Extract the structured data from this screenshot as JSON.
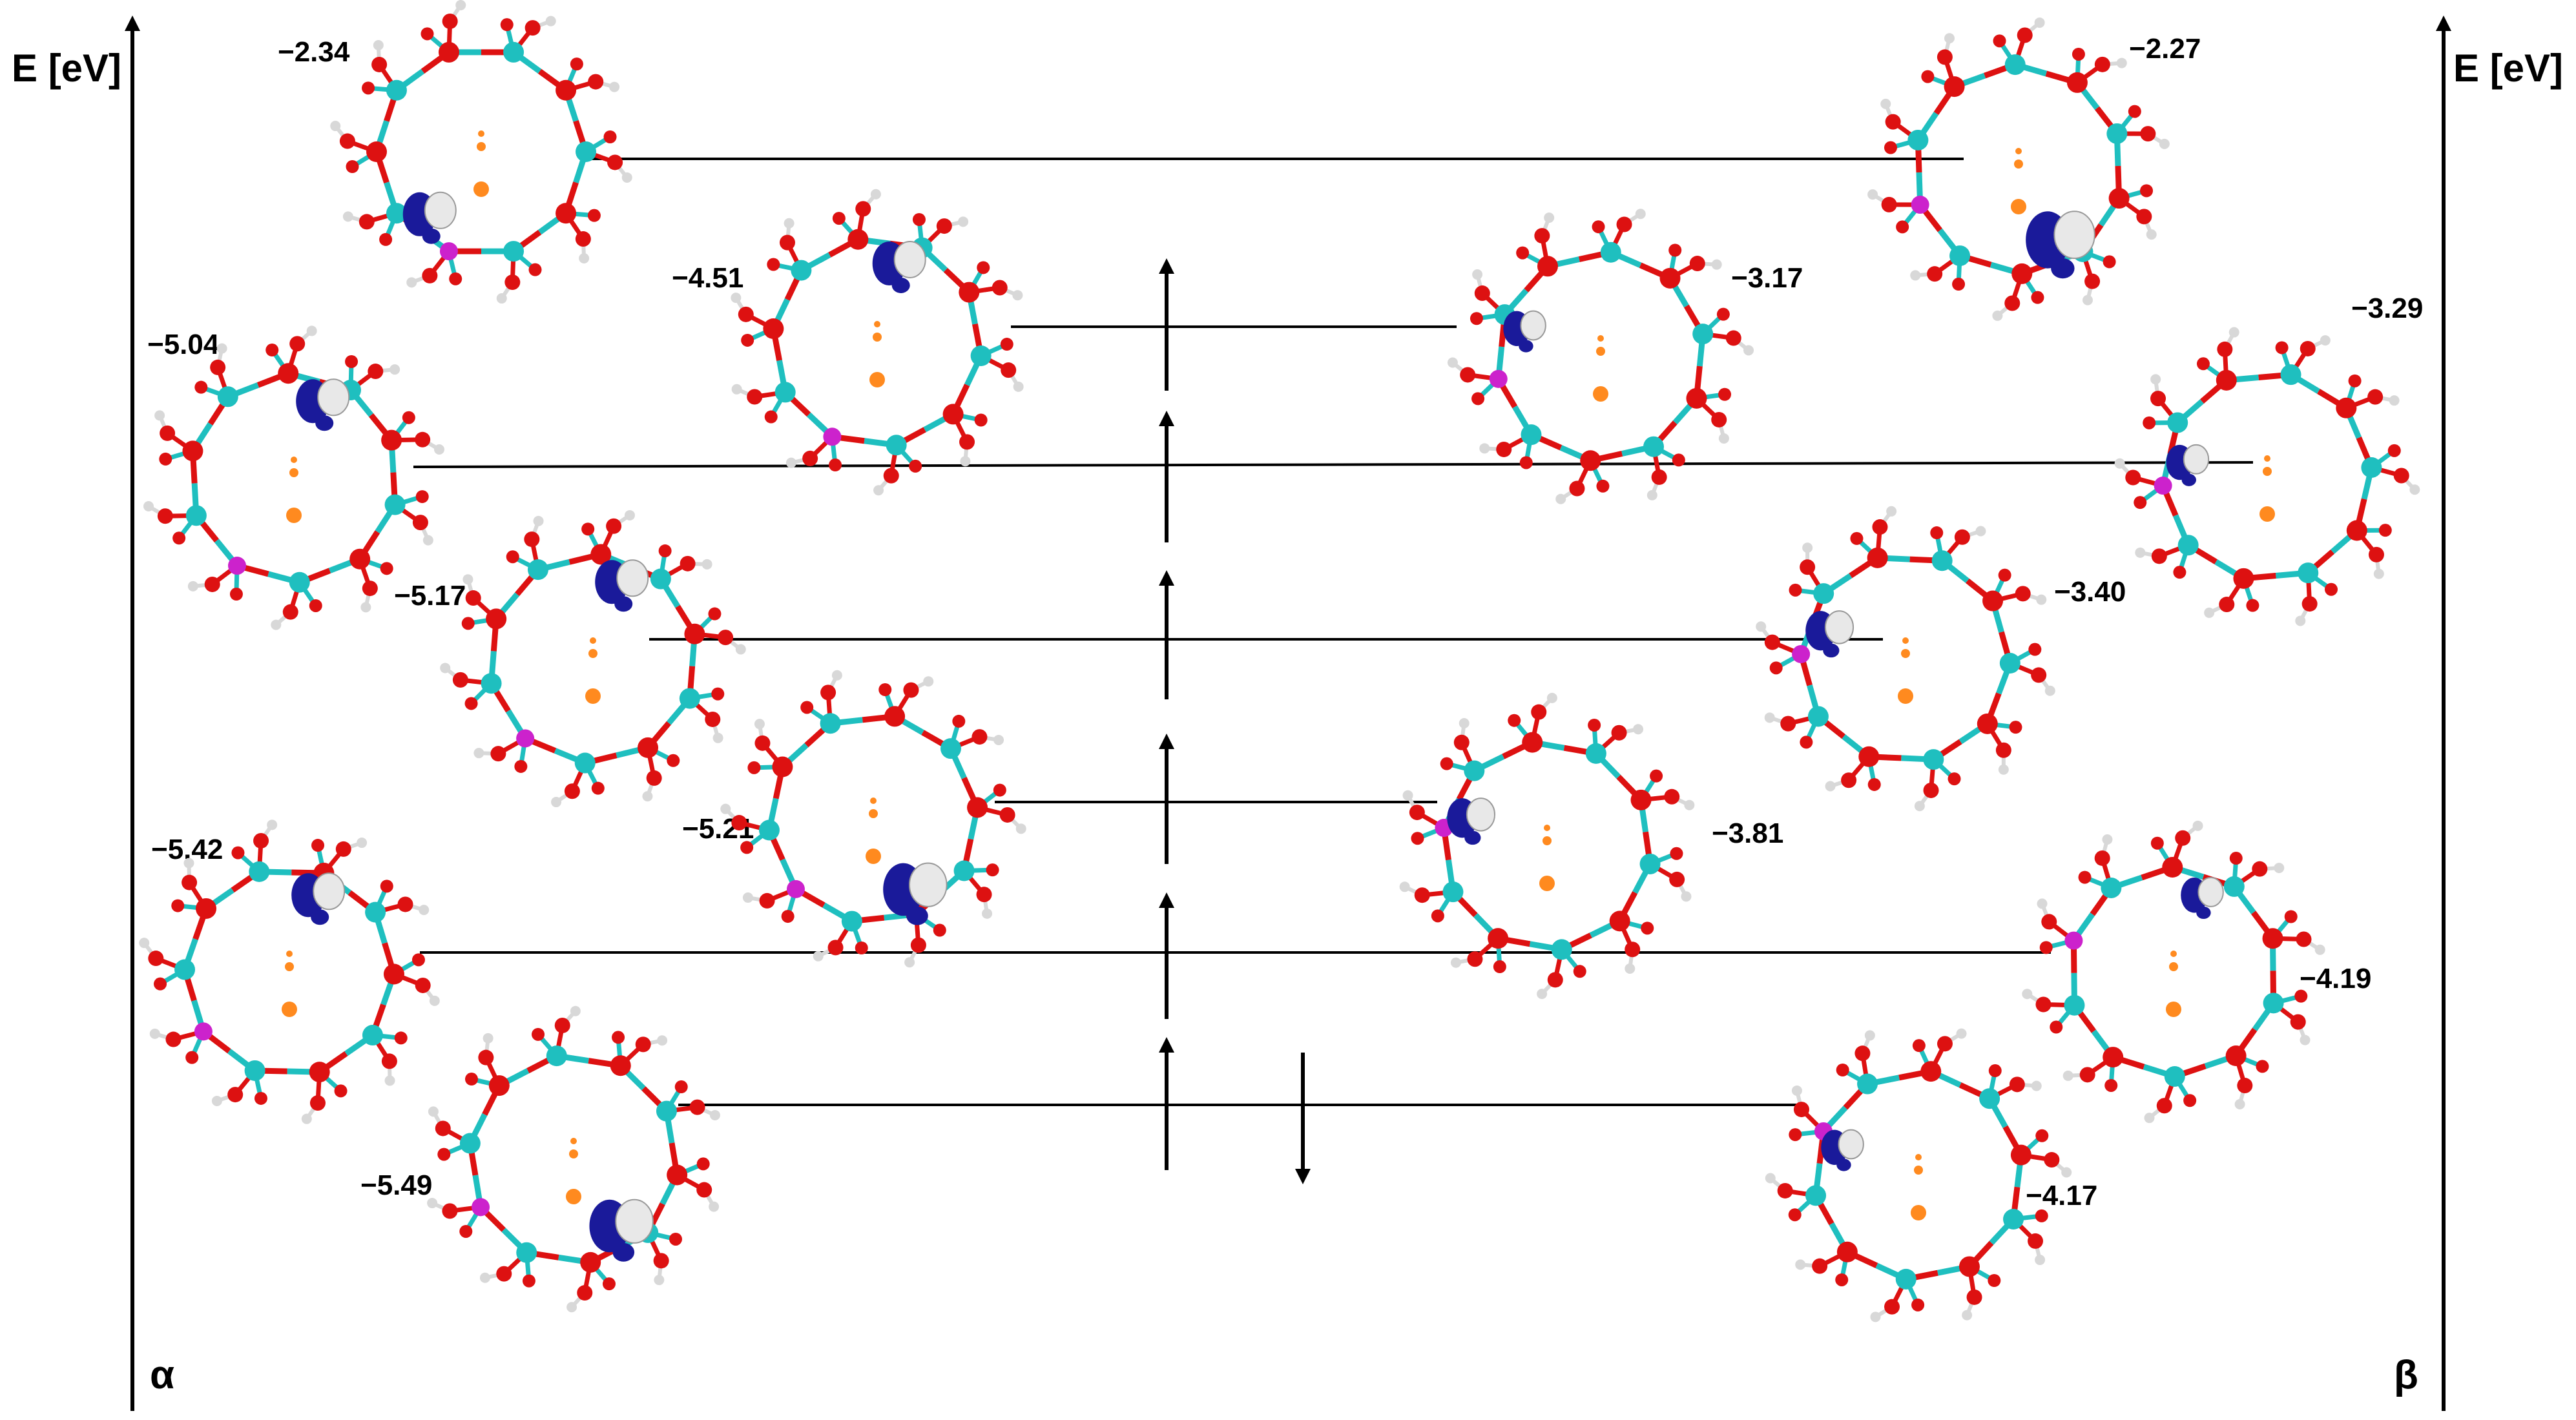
{
  "axes": {
    "left_label": "E [eV]",
    "right_label": "E [eV]",
    "alpha_label": "α",
    "beta_label": "β"
  },
  "alpha_levels": [
    {
      "energy": "−2.34"
    },
    {
      "energy": "−4.51"
    },
    {
      "energy": "−5.04"
    },
    {
      "energy": "−5.17"
    },
    {
      "energy": "−5.21"
    },
    {
      "energy": "−5.42"
    },
    {
      "energy": "−5.49"
    }
  ],
  "beta_levels": [
    {
      "energy": "−2.27"
    },
    {
      "energy": "−3.17"
    },
    {
      "energy": "−3.29"
    },
    {
      "energy": "−3.40"
    },
    {
      "energy": "−3.81"
    },
    {
      "energy": "−4.19"
    },
    {
      "energy": "−4.17"
    }
  ],
  "colors": {
    "carbon": "#1fbfbf",
    "oxygen": "#dd1111",
    "hydrogen": "#d8d8d8",
    "metal": "#cc22cc",
    "center": "#ff8a1f",
    "orbital_pos": "#1a1a9a",
    "orbital_neg": "#e8e8e8"
  }
}
